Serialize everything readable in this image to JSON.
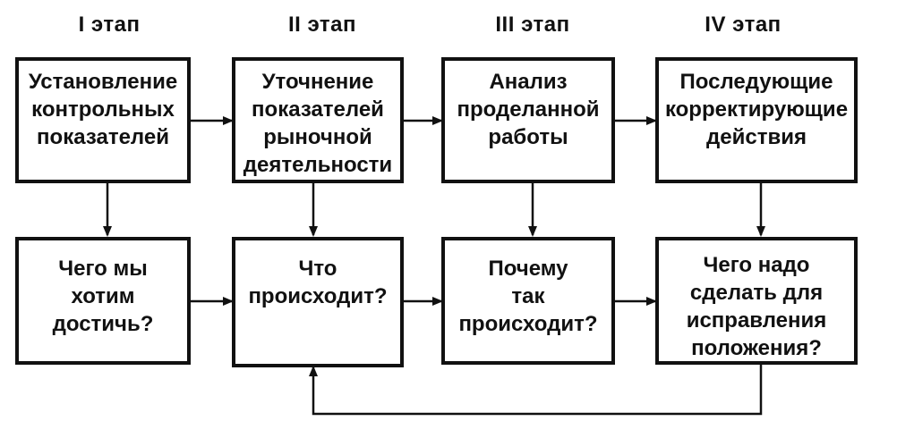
{
  "stages": [
    {
      "label": "I этап",
      "top_text": "Установление\nконтрольных\nпоказателей",
      "bottom_text": "Чего мы\nхотим\nдостичь?"
    },
    {
      "label": "II этап",
      "top_text": "Уточнение\nпоказателей\nрыночной\nдеятельности",
      "bottom_text": "Что\nпроисходит?"
    },
    {
      "label": "III этап",
      "top_text": "Анализ\nпроделанной\nработы",
      "bottom_text": "Почему\nтак\nпроисходит?"
    },
    {
      "label": "IV этап",
      "top_text": "Последующие\nкорректирующие\nдействия",
      "bottom_text": "Чего надо\nсделать для\nисправления\nположения?"
    }
  ],
  "colors": {
    "line": "#111111",
    "background": "#ffffff"
  }
}
